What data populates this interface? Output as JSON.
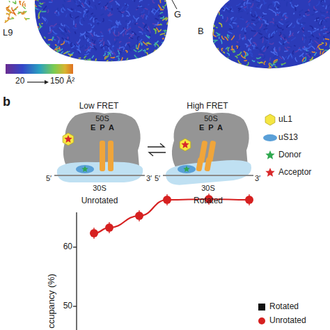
{
  "diagram": {
    "nodes": [
      {
        "text": [
          "50S",
          "E P A"
        ]
      },
      {
        "text": [
          "30S"
        ]
      },
      {
        "text": [
          "50S",
          "E P A"
        ]
      },
      {
        "text": [
          "30S"
        ]
      }
    ],
    "labels": [
      "L9",
      "G",
      "B",
      "20",
      "150 Å²",
      "b",
      "Low FRET",
      "High FRET",
      "5′",
      "3′",
      "Unrotated",
      "5′",
      "3′",
      "Rotated",
      "60",
      "50",
      "ccupancy (%)"
    ],
    "legend": [
      {
        "text": "uL1",
        "color": "#f5e642"
      },
      {
        "text": "uS13",
        "color": "#5aa0d8"
      },
      {
        "text": "Donor",
        "color": "#2fa84f"
      },
      {
        "text": "Acceptor",
        "color": "#d8282a"
      },
      {
        "text": "Rotated",
        "color": "#111111"
      },
      {
        "text": "Unrotated",
        "color": "#d62020"
      }
    ]
  }
}
